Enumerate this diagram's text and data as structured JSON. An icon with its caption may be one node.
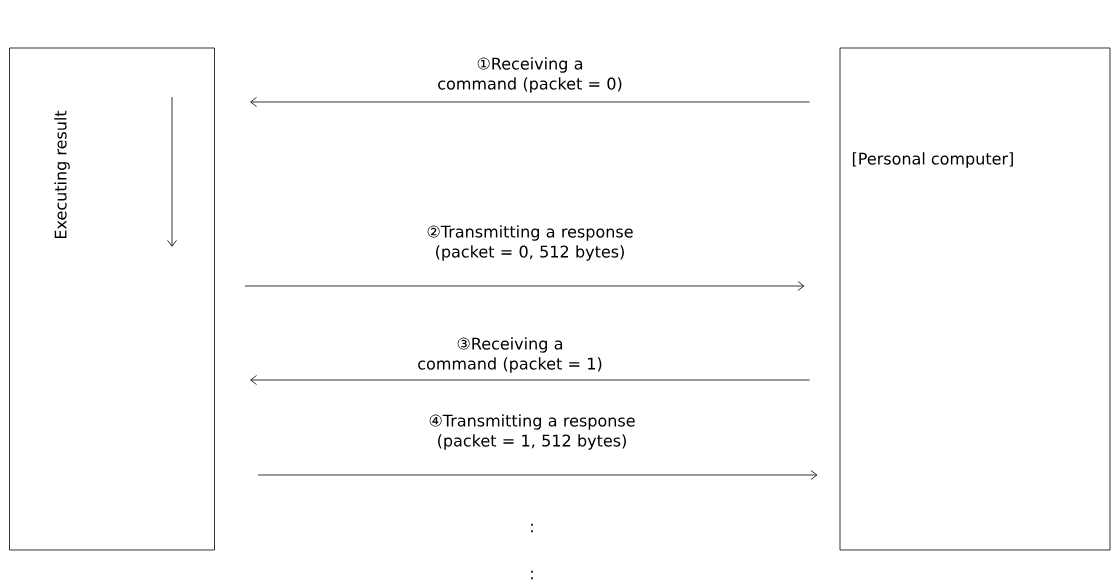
{
  "diagram": {
    "nodes": [
      {
        "text": [
          "Executing result"
        ]
      },
      {
        "text": [
          "[Personal computer]"
        ]
      }
    ],
    "edges": [
      {
        "from": 1,
        "to": 0,
        "arrow": "to",
        "label": "①Receiving a command (packet = 0)"
      },
      {
        "from": 0,
        "to": 1,
        "arrow": "to",
        "label": "②Transmitting a response (packet = 0, 512 bytes)"
      },
      {
        "from": 1,
        "to": 0,
        "arrow": "to",
        "label": "③Receiving a command (packet = 1)"
      },
      {
        "from": 0,
        "to": 1,
        "arrow": "to",
        "label": "④Transmitting a response (packet = 1, 512 bytes)"
      }
    ],
    "labels": [
      ":",
      ":"
    ]
  }
}
